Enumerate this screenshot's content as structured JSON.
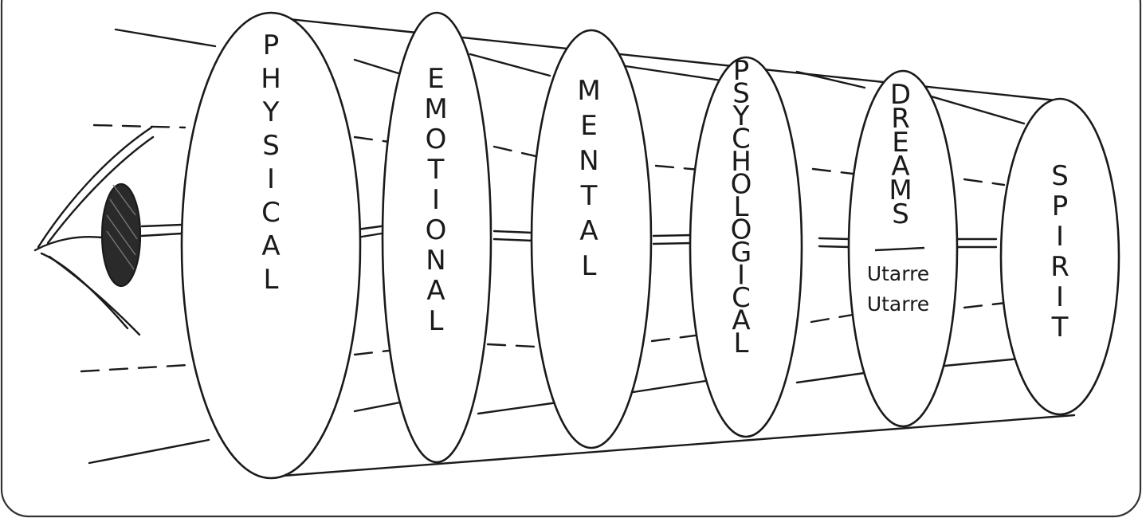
{
  "layers": [
    {
      "label": "PHYSICAL"
    },
    {
      "label": "EMOTIONAL"
    },
    {
      "label": "MENTAL"
    },
    {
      "label": "PSYCHOLOGICAL"
    },
    {
      "label": "DREAMS",
      "sublabels": [
        "Utarre",
        "Utarre"
      ]
    },
    {
      "label": "SPIRIT"
    }
  ],
  "colors": {
    "ink": "#1a1a1a",
    "paper": "#ffffff",
    "frame": "#333333"
  },
  "icons": [
    "eye-icon"
  ]
}
